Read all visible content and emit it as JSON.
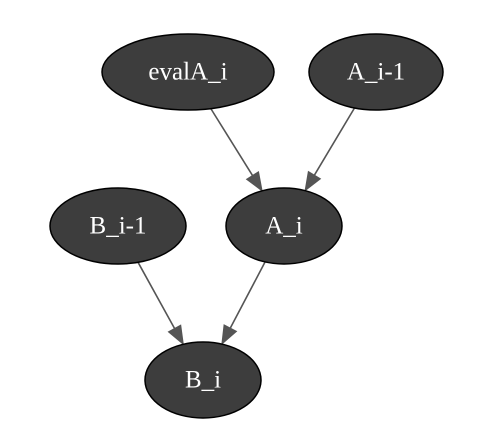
{
  "graph": {
    "nodes": [
      {
        "id": "evalA_i",
        "label": "evalA_i"
      },
      {
        "id": "A_i-1",
        "label": "A_i-1"
      },
      {
        "id": "B_i-1",
        "label": "B_i-1"
      },
      {
        "id": "A_i",
        "label": "A_i"
      },
      {
        "id": "B_i",
        "label": "B_i"
      }
    ],
    "edges": [
      {
        "from": "evalA_i",
        "to": "A_i"
      },
      {
        "from": "A_i-1",
        "to": "A_i"
      },
      {
        "from": "B_i-1",
        "to": "B_i"
      },
      {
        "from": "A_i",
        "to": "B_i"
      }
    ],
    "colors": {
      "node_fill": "#3d3d3d",
      "node_stroke": "#000000",
      "node_text": "#ffffff",
      "edge": "#555555",
      "background": "#ffffff"
    }
  }
}
